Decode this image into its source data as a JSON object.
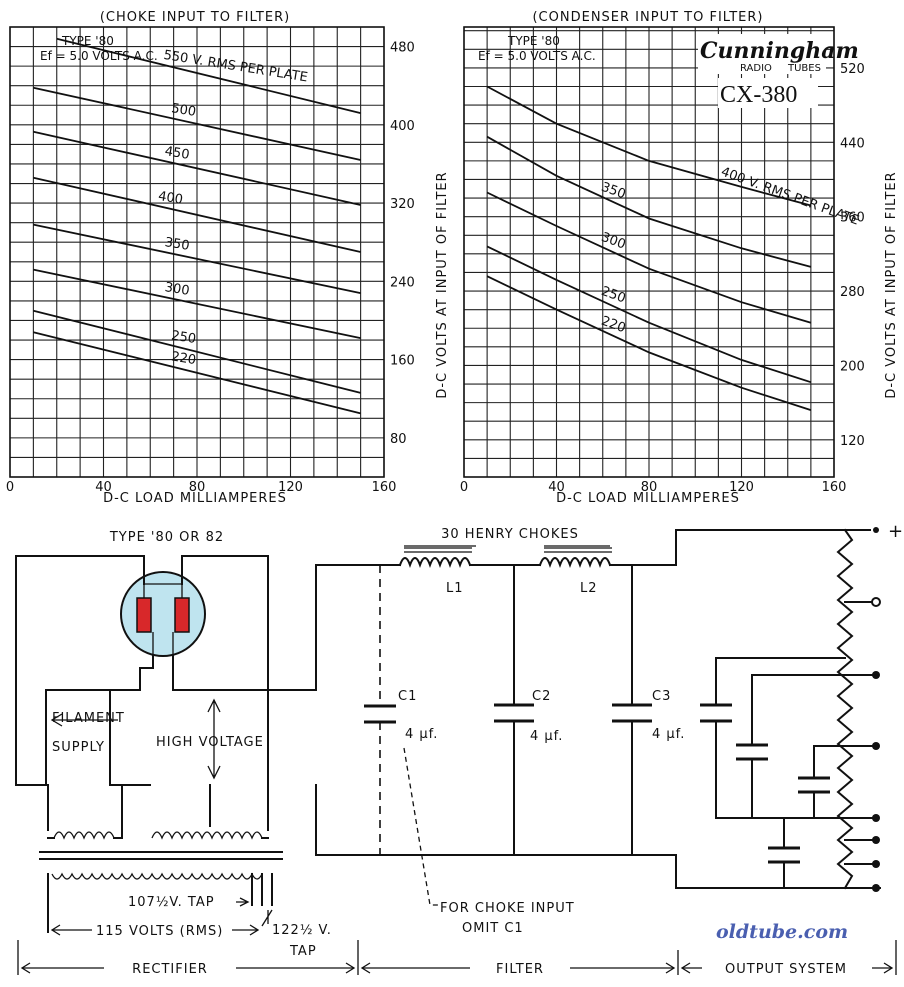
{
  "header": {
    "brand": "Cunningham",
    "brand_sub_left": "RADIO",
    "brand_sub_right": "TUBES",
    "model": "CX-380"
  },
  "watermark": "oldtube.com",
  "charts": {
    "choke": {
      "title": "(CHOKE INPUT TO FILTER)",
      "type_label": "TYPE '80",
      "ef_label": "Ef = 5.0 VOLTS A.C.",
      "xlabel": "D-C LOAD MILLIAMPERES"
    },
    "condenser": {
      "title": "(CONDENSER INPUT TO FILTER)",
      "type_label": "TYPE '80",
      "ef_label": "Ef = 5.0 VOLTS A.C.",
      "xlabel": "D-C LOAD MILLIAMPERES"
    },
    "shared_ylabel": "D-C VOLTS AT INPUT OF FILTER"
  },
  "chart_data": [
    {
      "type": "line",
      "title": "(CHOKE INPUT TO FILTER)",
      "xlabel": "D-C LOAD MILLIAMPERES",
      "ylabel": "D-C VOLTS AT INPUT OF FILTER",
      "xlim": [
        0,
        160
      ],
      "ylim": [
        40,
        520
      ],
      "x_ticks": [
        0,
        40,
        80,
        120,
        160
      ],
      "y_ticks": [
        80,
        160,
        240,
        320,
        400,
        480
      ],
      "grid": true,
      "series": [
        {
          "name": "550 V. RMS PER PLATE",
          "x": [
            20,
            150
          ],
          "y": [
            488,
            412
          ]
        },
        {
          "name": "500",
          "x": [
            10,
            150
          ],
          "y": [
            438,
            364
          ]
        },
        {
          "name": "450",
          "x": [
            10,
            150
          ],
          "y": [
            393,
            318
          ]
        },
        {
          "name": "400",
          "x": [
            10,
            150
          ],
          "y": [
            346,
            270
          ]
        },
        {
          "name": "350",
          "x": [
            10,
            150
          ],
          "y": [
            298,
            228
          ]
        },
        {
          "name": "300",
          "x": [
            10,
            150
          ],
          "y": [
            252,
            182
          ]
        },
        {
          "name": "250",
          "x": [
            10,
            150
          ],
          "y": [
            210,
            126
          ]
        },
        {
          "name": "220",
          "x": [
            10,
            150
          ],
          "y": [
            188,
            105
          ]
        }
      ]
    },
    {
      "type": "line",
      "title": "(CONDENSER INPUT TO FILTER)",
      "xlabel": "D-C LOAD MILLIAMPERES",
      "ylabel": "D-C VOLTS AT INPUT OF FILTER",
      "xlim": [
        0,
        160
      ],
      "ylim": [
        80,
        560
      ],
      "x_ticks": [
        0,
        40,
        80,
        120,
        160
      ],
      "y_ticks": [
        120,
        200,
        280,
        360,
        440,
        520
      ],
      "grid": true,
      "series": [
        {
          "name": "400 V. RMS PER PLATE",
          "x": [
            10,
            40,
            80,
            120,
            150
          ],
          "y": [
            500,
            460,
            420,
            392,
            372
          ]
        },
        {
          "name": "350",
          "x": [
            10,
            40,
            80,
            120,
            150
          ],
          "y": [
            446,
            404,
            358,
            326,
            306
          ]
        },
        {
          "name": "300",
          "x": [
            10,
            40,
            80,
            120,
            150
          ],
          "y": [
            386,
            350,
            304,
            268,
            246
          ]
        },
        {
          "name": "250",
          "x": [
            10,
            40,
            80,
            120,
            150
          ],
          "y": [
            328,
            292,
            246,
            206,
            182
          ]
        },
        {
          "name": "220",
          "x": [
            10,
            40,
            80,
            120,
            150
          ],
          "y": [
            296,
            260,
            214,
            176,
            152
          ]
        }
      ]
    }
  ],
  "schematic": {
    "tube_label": "TYPE '80 OR 82",
    "chokes_label": "30 HENRY CHOKES",
    "l1": "L1",
    "l2": "L2",
    "c1": "C1",
    "c2": "C2",
    "c3": "C3",
    "cap_value": "4 μf.",
    "filament": "FILAMENT",
    "supply": "SUPPLY",
    "high_voltage": "HIGH VOLTAGE",
    "tap_107": "107½V. TAP",
    "volts_115": "115 VOLTS (RMS)",
    "tap_122": "122½ V.",
    "tap_word": "TAP",
    "choke_note_1": "FOR CHOKE INPUT",
    "choke_note_2": "OMIT C1",
    "plus": "+",
    "sections": [
      "RECTIFIER",
      "FILTER",
      "OUTPUT SYSTEM"
    ]
  }
}
